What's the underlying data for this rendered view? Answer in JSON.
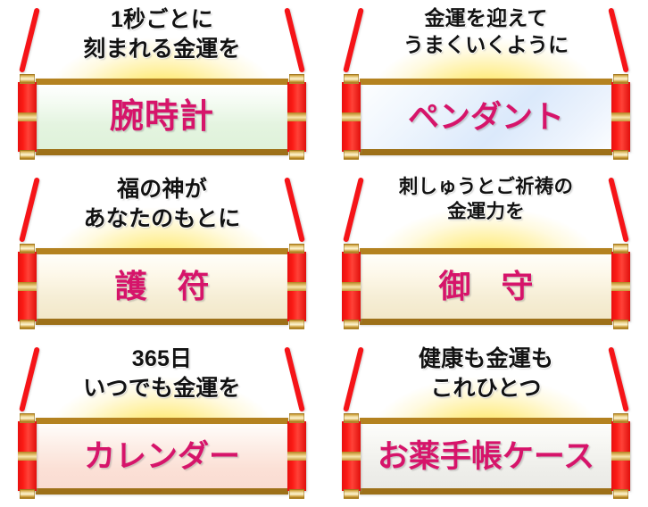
{
  "meta": {
    "accent_red": "#f51418",
    "label_magenta": "#d6146a",
    "heading_black": "#121212",
    "gold_rail": "#c49733",
    "glow_yellow": "#ffe24a"
  },
  "panels": [
    {
      "id": "wristwatch",
      "heading_line1": "1秒ごとに",
      "heading_line2": "刻まれる金運を",
      "label": "腕時計",
      "label_color": "#d6146a",
      "banner_fill": "fill-green",
      "heading_size": "",
      "label_style": ""
    },
    {
      "id": "pendant",
      "heading_line1": "金運を迎えて",
      "heading_line2": "うまくいくように",
      "label": "ペンダント",
      "label_color": "#d6146a",
      "banner_fill": "fill-blue",
      "heading_size": "sm",
      "label_style": "long"
    },
    {
      "id": "amulet-tag",
      "heading_line1": "福の神が",
      "heading_line2": "あなたのもとに",
      "label": "護 符",
      "label_color": "#d6146a",
      "banner_fill": "fill-cream",
      "heading_size": "",
      "label_style": "wide"
    },
    {
      "id": "omamori",
      "heading_line1": "刺しゅうとご祈祷の",
      "heading_line2": "金運力を",
      "label": "御 守",
      "label_color": "#d6146a",
      "banner_fill": "fill-cream",
      "heading_size": "xs",
      "label_style": "wide"
    },
    {
      "id": "calendar",
      "heading_line1": "365日",
      "heading_line2": "いつでも金運を",
      "label": "カレンダー",
      "label_color": "#d6146a",
      "banner_fill": "fill-pink",
      "heading_size": "",
      "label_style": "long"
    },
    {
      "id": "medicine-notebook-case",
      "heading_line1": "健康も金運も",
      "heading_line2": "これひとつ",
      "label": "お薬手帳ケース",
      "label_color": "#d6146a",
      "banner_fill": "fill-grey",
      "heading_size": "",
      "label_style": "long"
    }
  ]
}
